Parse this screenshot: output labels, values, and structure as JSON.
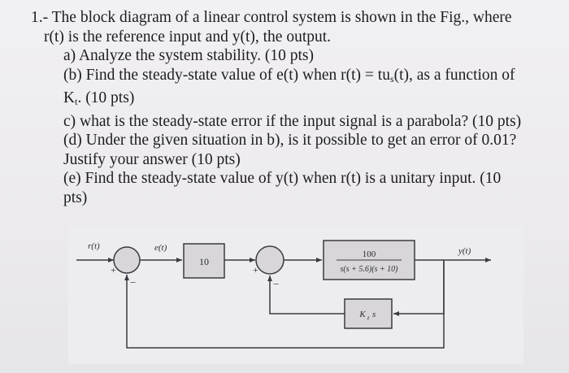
{
  "problem": {
    "line1": "1.- The block diagram of a linear control system is shown in the Fig., where",
    "line2": "r(t) is the reference input and y(t), the output.",
    "qa": "a) Analyze the system stability. (10 pts)",
    "qb_1": "(b) Find the steady-state value of e(t) when r(t) = tu",
    "qb_sub": "s",
    "qb_2": "(t), as a function of",
    "qb_3": "K",
    "qb_3_sub": "t",
    "qb_4": ". (10 pts)",
    "qc": "c) what is the steady-state error if the input signal is a parabola? (10 pts)",
    "qd_1": "(d) Under the given situation in b), is it possible to get an error of 0.01?",
    "qd_2": "Justify your answer (10 pts)",
    "qe_1": "(e) Find the steady-state value of  y(t) when r(t) is a unitary input. (10",
    "qe_2": "pts)"
  },
  "diagram": {
    "input_label": "r(t)",
    "error_label": "e(t)",
    "output_label": "y(t)",
    "gain_block": "10",
    "plant_numerator": "100",
    "plant_denominator": "s(s + 5.6)(s + 10)",
    "feedback_block": "K",
    "feedback_block_sub": "t",
    "feedback_block_suffix": "s",
    "sum1_plus": "+",
    "sum1_minus": "−",
    "sum2_plus": "+",
    "sum2_minus": "−"
  },
  "colors": {
    "block_fill": "#d8d6d8",
    "line": "#3a3a42",
    "paper": "#edecef"
  }
}
